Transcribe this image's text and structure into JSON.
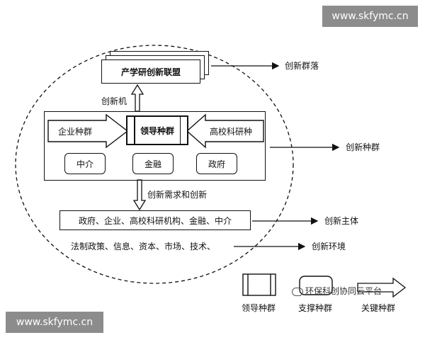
{
  "watermark_top": "www.skfymc.cn",
  "watermark_bottom": "www.skfymc.cn",
  "alliance": "产学研创新联盟",
  "innovation_mechanism": "创新机",
  "leading_group": "领导种群",
  "enterprise_group": "企业种群",
  "university_group": "高校科研种",
  "intermediary": "中介",
  "finance": "金融",
  "government": "政府",
  "demand_innovation": "创新需求和创新",
  "subjects_row": "政府、企业、高校科研机构、金融、中介",
  "environment_row": "法制政策、信息、资本、市场、技术、",
  "outputs": {
    "cluster": "创新群落",
    "population": "创新种群",
    "subject": "创新主体",
    "environment": "创新环境"
  },
  "legend": {
    "leading": "领导种群",
    "support": "支撑种群",
    "key": "关键种群",
    "platform_text": "环保科创协同云平台"
  }
}
